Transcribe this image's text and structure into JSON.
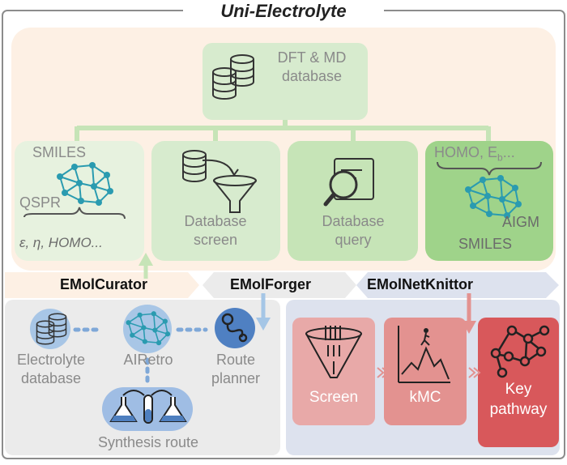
{
  "title": "Uni-Electrolyte",
  "top": {
    "database": [
      "DFT & MD",
      "database"
    ],
    "cards": {
      "qspr": {
        "top": "SMILES",
        "mid": "QSPR",
        "bottom": "ε, η, HOMO..."
      },
      "screen": [
        "Database",
        "screen"
      ],
      "query": [
        "Database",
        "query"
      ],
      "aigm": {
        "top": "HOMO, E",
        "top_sub": "b",
        "top_tail": "...",
        "mid": "AIGM",
        "bottom": "SMILES"
      }
    }
  },
  "modules": [
    "EMolCurator",
    "EMolForger",
    "EMolNetKnittor"
  ],
  "bottom_left": {
    "electrolyte_db": [
      "Electrolyte",
      "database"
    ],
    "airetro": "AIRetro",
    "route_planner": [
      "Route",
      "planner"
    ],
    "synthesis": "Synthesis route"
  },
  "bottom_right": {
    "screen": "Screen",
    "kmc": "kMC",
    "key_pathway": [
      "Key",
      "pathway"
    ]
  },
  "colors": {
    "peach": "#fdf0e4",
    "green_light": "#d7ebce",
    "green_mid": "#c6e4b7",
    "green_dark": "#9fd38a",
    "gray_panel": "#ebebeb",
    "blue_panel": "#dde2ee",
    "red_light": "#e8a9a8",
    "red_mid": "#e39290",
    "red_dark": "#d8585b",
    "teal_node": "#2a9bb0"
  },
  "icons": [
    "database-icon",
    "funnel-icon",
    "magnifier-icon",
    "molecule-network-icon",
    "route-icon",
    "flask-icon",
    "hiker-peaks-icon",
    "pathway-network-icon"
  ]
}
